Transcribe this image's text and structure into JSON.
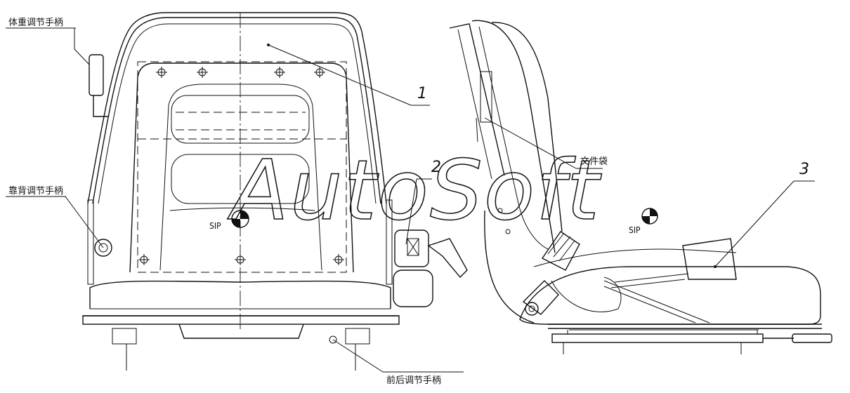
{
  "labels": {
    "weight_handle": "体重调节手柄",
    "backrest_handle": "靠背调节手柄",
    "fore_aft_handle": "前后调节手柄",
    "document_pocket": "文件袋",
    "sip_front": "SIP",
    "sip_side": "SIP"
  },
  "callouts": {
    "part_1": "1",
    "part_2": "2",
    "part_3": "3"
  },
  "watermark": "AutoSoft"
}
